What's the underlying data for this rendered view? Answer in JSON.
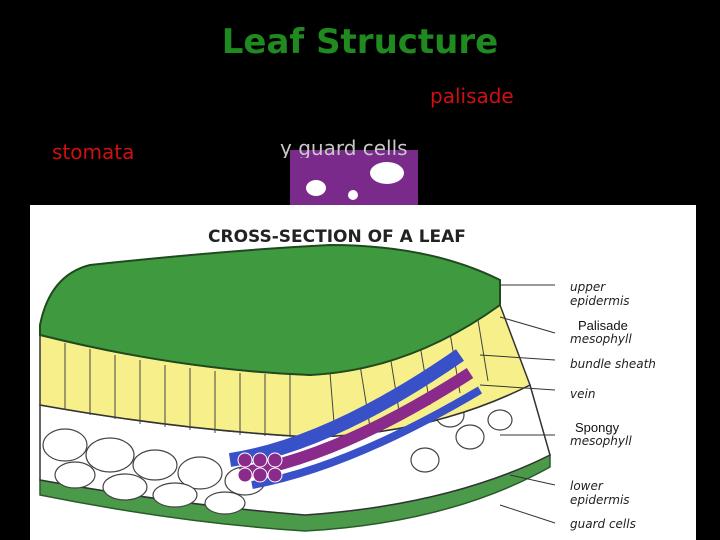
{
  "title": "Leaf Structure",
  "top_labels": {
    "palisade": "palisade",
    "stomata": "stomata",
    "clipped": "y guard cells"
  },
  "diagram": {
    "heading": "CROSS-SECTION OF A LEAF",
    "labels": {
      "upper_epidermis_1": "upper",
      "upper_epidermis_2": "epidermis",
      "palisade_overlay": "Palisade",
      "mesophyll_1": "mesophyll",
      "bundle_sheath": "bundle sheath",
      "vein": "vein",
      "spongy_overlay": "Spongy",
      "mesophyll_2": "mesophyll",
      "lower_epidermis_1": "lower",
      "lower_epidermis_2": "epidermis",
      "guard_cells": "guard cells"
    }
  },
  "colors": {
    "title": "#1f8a1f",
    "label_red": "#d01010",
    "leaf_green": "#3f9a3f",
    "palisade_yellow": "#f7f08a",
    "vein_blue": "#3850c8",
    "vein_purple": "#8a2a8a"
  }
}
